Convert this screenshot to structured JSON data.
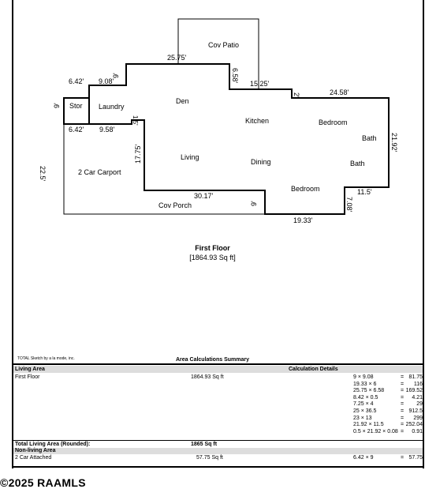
{
  "plan": {
    "rooms": {
      "cov_patio": "Cov Patio",
      "den": "Den",
      "stor": "Stor",
      "laundry": "Laundry",
      "kitchen": "Kitchen",
      "bedroom_1": "Bedroom",
      "bath_1": "Bath",
      "living": "Living",
      "dining": "Dining",
      "bath_2": "Bath",
      "carport": "2 Car Carport",
      "bedroom_2": "Bedroom",
      "cov_porch": "Cov Porch"
    },
    "dimensions": {
      "d_25_75": "25.75'",
      "d_6_58": "6.58'",
      "d_15_25": "15.25'",
      "d_9_top": "9'",
      "d_6_42_top": "6.42'",
      "d_9_08": "9.08'",
      "d_2": "2'",
      "d_24_58": "24.58'",
      "d_9_left": "9'",
      "d_6_42_bottom": "6.42'",
      "d_9_58": "9.58'",
      "d_1_5": "1.5'",
      "d_21_92": "21.92'",
      "d_22_5": "22.5'",
      "d_17_75": "17.75'",
      "d_11_5": "11.5'",
      "d_30_17": "30.17'",
      "d_9_porch": "9'",
      "d_7_08": "7.08'",
      "d_19_33": "19.33'"
    },
    "floor_title": "First Floor",
    "floor_area": "[1864.93 Sq ft]"
  },
  "summary": {
    "credit": "TOTAL Sketch by a la mode, inc.",
    "title": "Area Calculations Summary",
    "col_living": "Living Area",
    "col_calc": "Calculation Details",
    "row_label": "First Floor",
    "row_area": "1864.93 Sq ft",
    "calcs": [
      {
        "formula": "9 × 9.08",
        "eq": "=",
        "value": "81.75"
      },
      {
        "formula": "19.33 × 6",
        "eq": "=",
        "value": "116"
      },
      {
        "formula": "25.75 × 6.58",
        "eq": "=",
        "value": "169.52"
      },
      {
        "formula": "8.42 × 0.5",
        "eq": "=",
        "value": "4.21"
      },
      {
        "formula": "7.25 × 4",
        "eq": "=",
        "value": "29"
      },
      {
        "formula": "25 × 36.5",
        "eq": "=",
        "value": "912.5"
      },
      {
        "formula": "23 × 13",
        "eq": "=",
        "value": "299"
      },
      {
        "formula": "21.92 × 11.5",
        "eq": "=",
        "value": "252.04"
      },
      {
        "formula": "0.5 × 21.92 × 0.08",
        "eq": "=",
        "value": "0.91"
      }
    ],
    "total_label": "Total Living Area (Rounded):",
    "total_value": "1865 Sq ft",
    "nonliving_label": "Non-living Area",
    "nl_row_label": "2 Car Attached",
    "nl_row_area": "57.75 Sq ft",
    "nl_formula": "6.42 × 9",
    "nl_eq": "=",
    "nl_value": "57.75"
  },
  "copyright": "©2025 RAAMLS"
}
